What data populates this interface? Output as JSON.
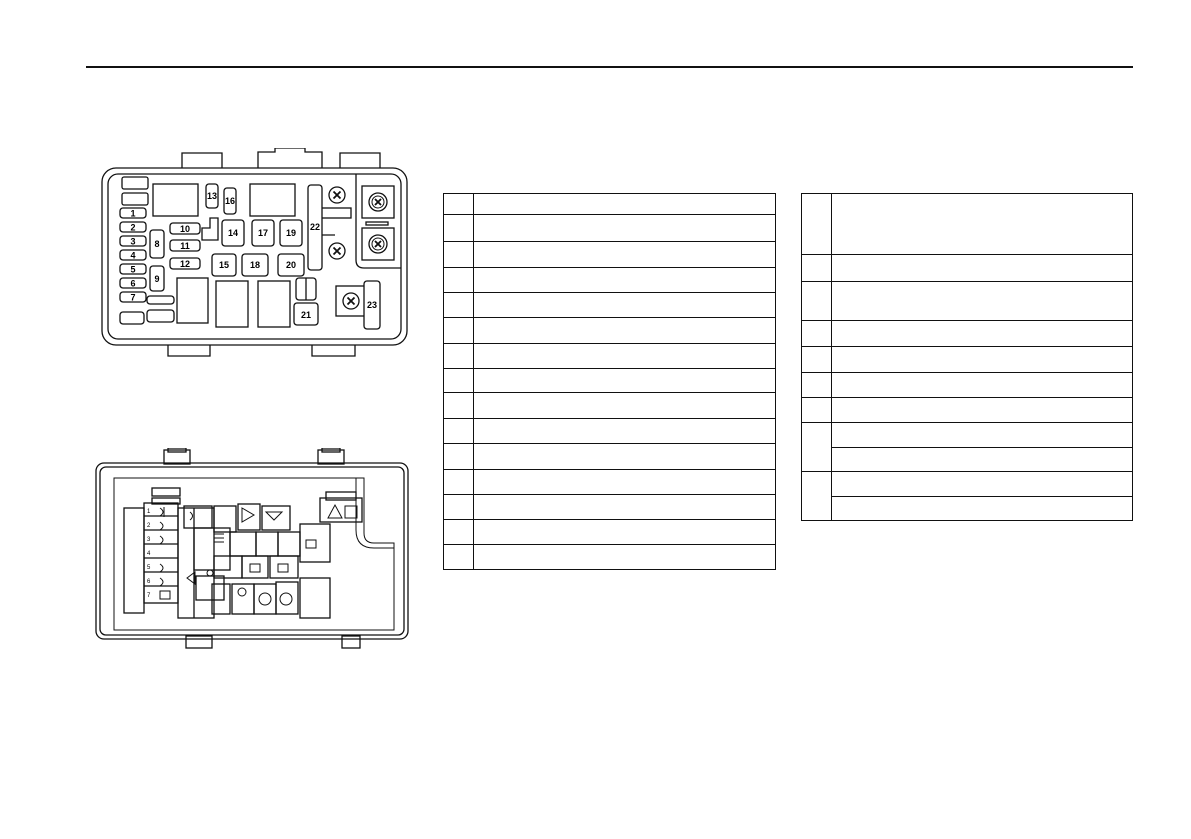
{
  "upper_box": {
    "fuse_labels": [
      "1",
      "2",
      "3",
      "4",
      "5",
      "6",
      "7",
      "8",
      "9",
      "10",
      "11",
      "12",
      "13",
      "14",
      "15",
      "16",
      "17",
      "18",
      "19",
      "20",
      "21",
      "22",
      "23"
    ],
    "relay_mark": "✕"
  },
  "lower_box": {
    "slot_numbers": [
      "1",
      "2",
      "3",
      "4",
      "5",
      "6",
      "7"
    ]
  },
  "table_left": {
    "rows": 15
  },
  "table_right": {
    "rows": 11
  }
}
